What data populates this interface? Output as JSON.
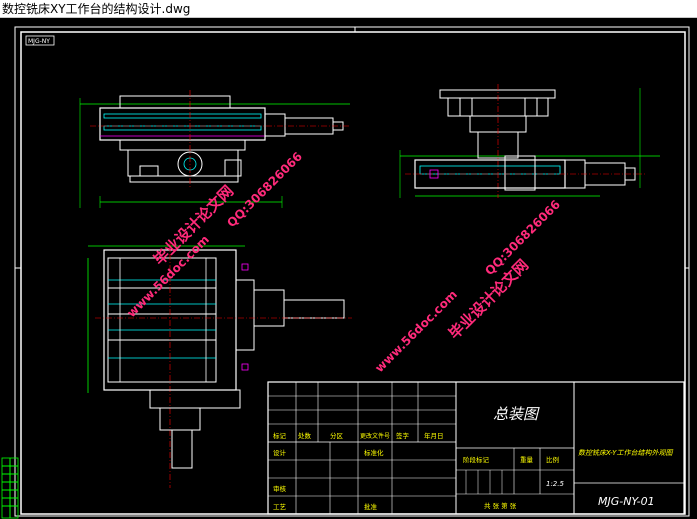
{
  "window": {
    "title": "数控铣床XY工作台的结构设计.dwg"
  },
  "drawing": {
    "corner_stamp": "MJG-NY",
    "title_block": {
      "drawing_title": "总装图",
      "part_name": "数控铣床X-Y工作台结构外观图",
      "drawing_number": "MJG-NY-01",
      "scale": "1:2.5",
      "header_labels": [
        "标记",
        "处数",
        "分区",
        "更改文件号",
        "签字",
        "年月日"
      ],
      "row_labels": [
        "设计",
        "标准化",
        "审核",
        "工艺",
        "批准"
      ],
      "stage_label": "阶段标记",
      "weight_label": "重量",
      "scale_label": "比例",
      "sheet_label": "共 张 第 张"
    },
    "watermarks": [
      "毕业设计论文网",
      "www.56doc.com",
      "QQ:306826066",
      "www.56doc.com",
      "QQ:306826066",
      "毕业设计论文网"
    ]
  },
  "colors": {
    "line_white": "#ffffff",
    "line_green": "#00ff00",
    "line_cyan": "#00ffff",
    "line_red": "#ff0000",
    "line_magenta": "#ff00ff",
    "watermark": "#ff2a7a"
  }
}
